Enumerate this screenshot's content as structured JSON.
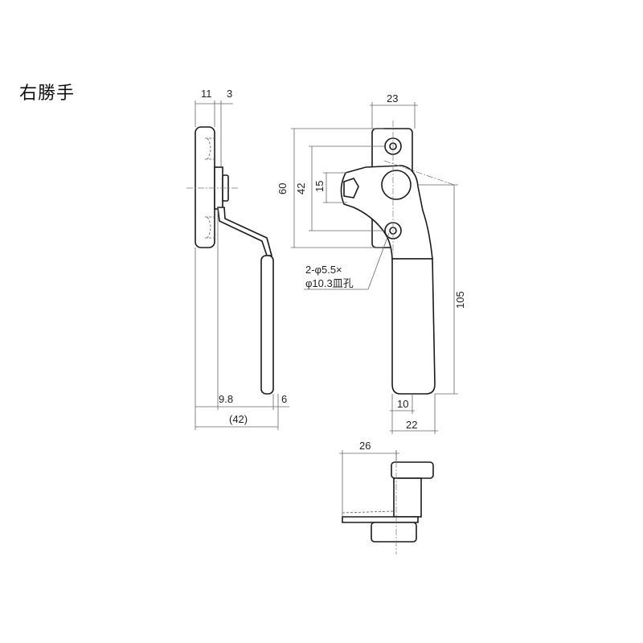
{
  "title": "右勝手",
  "dimensions": {
    "side_top_a": "11",
    "side_top_b": "3",
    "side_bottom_a": "9.8",
    "side_bottom_b": "6",
    "side_overall": "(42)",
    "front_width": "23",
    "front_height_60": "60",
    "front_height_42": "42",
    "front_height_15": "15",
    "front_length": "105",
    "front_bottom_a": "10",
    "front_bottom_b": "22",
    "top_width": "26"
  },
  "note": {
    "line1": "2-φ5.5×",
    "line2": "φ10.3皿孔"
  }
}
